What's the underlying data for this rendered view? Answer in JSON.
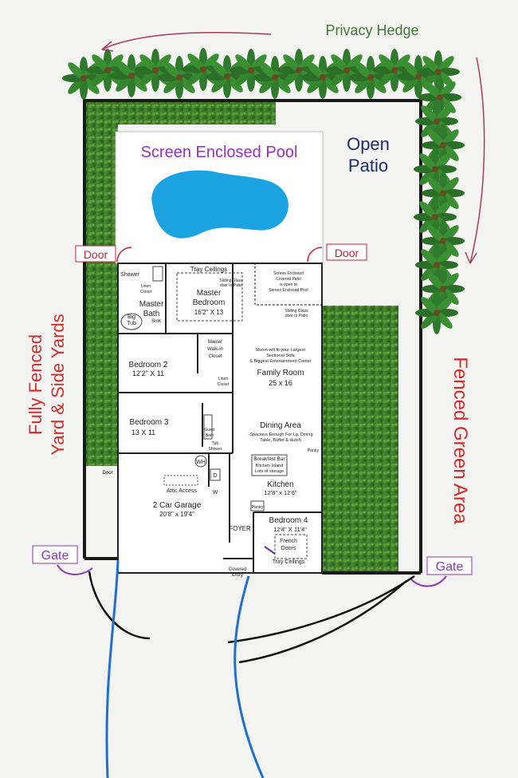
{
  "labels": {
    "privacy_hedge": "Privacy Hedge",
    "screen_enclosed_pool": "Screen Enclosed Pool",
    "open_patio_1": "Open",
    "open_patio_2": "Patio",
    "door_left": "Door",
    "door_right": "Door",
    "fully_fenced_1": "Fully Fenced",
    "fully_fenced_2": "Yard & Side Yards",
    "fenced_green_area": "Fenced Green Area",
    "gate_left": "Gate",
    "gate_right": "Gate"
  },
  "rooms": {
    "tray_ceilings_top": "Tray Ceilings",
    "shower": "Shower",
    "linen_closet_1": "Linen",
    "linen_closet_2": "Closet",
    "master_bath_1": "Master",
    "master_bath_2": "Bath",
    "big_tub_1": "Big",
    "big_tub_2": "Tub",
    "sink": "Sink",
    "master_bedroom_1": "Master",
    "master_bedroom_2": "Bedroom",
    "master_bedroom_dim": "16'2\" X 13",
    "sliding_glass_1_a": "Sliding Glass",
    "sliding_glass_1_b": "door to Patio",
    "covered_patio_1": "Screen Enclosed",
    "covered_patio_2": "Covered Patio",
    "covered_patio_3": "is open to",
    "covered_patio_4": "Screen Enclosed Pool",
    "sliding_glass_2_a": "Sliding Glass",
    "sliding_glass_2_b": "door to Patio",
    "master_walkin_1": "Master",
    "master_walkin_2": "Walk-in",
    "master_walkin_3": "Closet",
    "family_note_1": "Room will fit your Largest",
    "family_note_2": "Sectional Sofa",
    "family_note_3": "& Biggest Entertainment Center",
    "family_room": "Family Room",
    "family_room_dim": "25 x 16",
    "linen_2_a": "Linen",
    "linen_2_b": "Closet",
    "bedroom2": "Bedroom 2",
    "bedroom2_dim": "12'2\" X 11",
    "bedroom3": "Bedroom 3",
    "bedroom3_dim": "13 X 11",
    "guest_bath_1": "Guest",
    "guest_bath_2": "Bath",
    "tub_shower_1": "Tub",
    "tub_shower_2": "Shower",
    "dining_area": "Dining Area",
    "dining_note_1": "-Spacious Enough For Lg. Dining",
    "dining_note_2": "Table, Buffet & Hutch",
    "pantry_1": "Pantry",
    "wh": "WH",
    "d": "D",
    "w": "W",
    "breakfast_bar": "Breakfast Bar",
    "kitchen_island": "Kitchen Island",
    "lots_storage": "Lots of storage",
    "kitchen": "Kitchen",
    "kitchen_dim": "12'8\" x 12'6\"",
    "pantry_2": "Pantry",
    "door_garage": "Door",
    "attic_access": "Attic Access",
    "garage": "2 Car Garage",
    "garage_dim": "20'8\" x 19'4\"",
    "foyer": "FOYER",
    "bedroom4": "Bedroom 4",
    "bedroom4_dim": "12'4\" X 11'4\"",
    "french_doors_1": "French",
    "french_doors_2": "Doors",
    "tray_ceilings_bottom": "Tray Ceilings",
    "covered_entry_1": "Covered",
    "covered_entry_2": "Entry"
  },
  "colors": {
    "background": "#f3f3f1",
    "hedge": "#3f7a2a",
    "palm": "#2f7a2c",
    "pool_water": "#1aa3e0",
    "pool_deck": "#ffffff",
    "purple_label": "#9a2cc4",
    "navy_label": "#1a2f6b",
    "red_label": "#d42a2a",
    "green_label": "#3d7a34",
    "arrow": "#a83a5e",
    "door_label": "#c0243c",
    "gate_label": "#8a3ab0",
    "walkway": "#1e6fd0",
    "driveway": "#111111",
    "fence": "#1a1a1a"
  },
  "icons": [
    "palm-tree-icon",
    "curved-arrow-icon",
    "door-swing-icon",
    "gate-arrow-icon"
  ]
}
